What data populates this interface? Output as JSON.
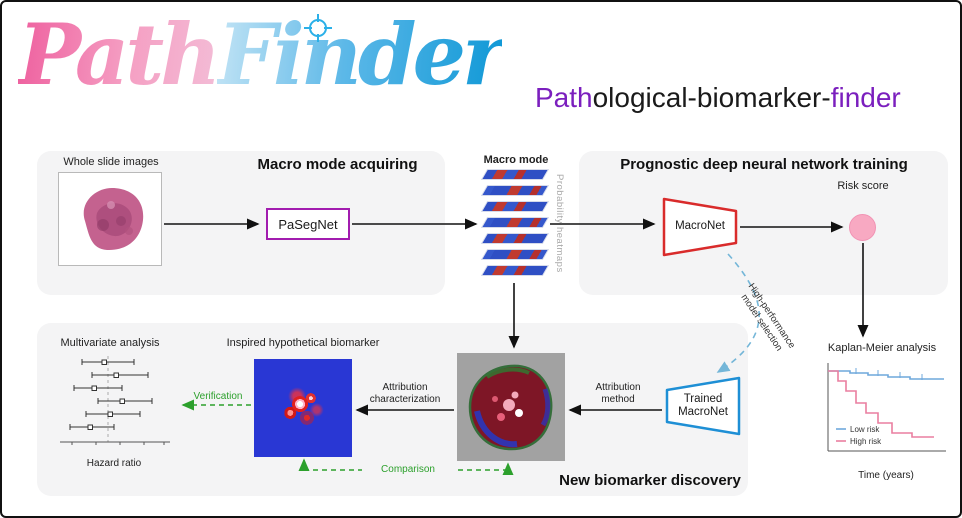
{
  "logo": {
    "part1": "Path",
    "part2": "Finder"
  },
  "subtitle": {
    "part1": "Path",
    "part2": "ological-biomarker-",
    "part3": "finder"
  },
  "macro_panel": {
    "title": "Macro mode acquiring",
    "wsi_label": "Whole slide images",
    "pasegnet": "PaSegNet"
  },
  "stack": {
    "label": "Macro mode",
    "side_label": "Probability heatmaps"
  },
  "prognostic_panel": {
    "title": "Prognostic deep neural network training",
    "macronet": "MacroNet",
    "risk_label": "Risk score",
    "selection_line1": "High-performance",
    "selection_line2": "model selection",
    "km_title": "Kaplan-Meier analysis",
    "legend_low": "Low risk",
    "legend_high": "High risk",
    "km_xlabel": "Time (years)"
  },
  "discovery_panel": {
    "title": "New biomarker discovery",
    "multivariate": "Multivariate analysis",
    "hazard": "Hazard ratio",
    "inspired": "Inspired hypothetical biomarker",
    "trained_line1": "Trained",
    "trained_line2": "MacroNet",
    "attr_method_line1": "Attribution",
    "attr_method_line2": "method",
    "attr_char_line1": "Attribution",
    "attr_char_line2": "characterization",
    "verification": "Verification",
    "comparison": "Comparison"
  },
  "colors": {
    "pasegnet_border": "#a21caf",
    "macronet_border": "#d92b2b",
    "trained_border": "#1e8fd5",
    "risk_circle": "#f8a9c2",
    "green_arrow": "#2ca02c",
    "blue_dashed": "#74b6d8"
  }
}
